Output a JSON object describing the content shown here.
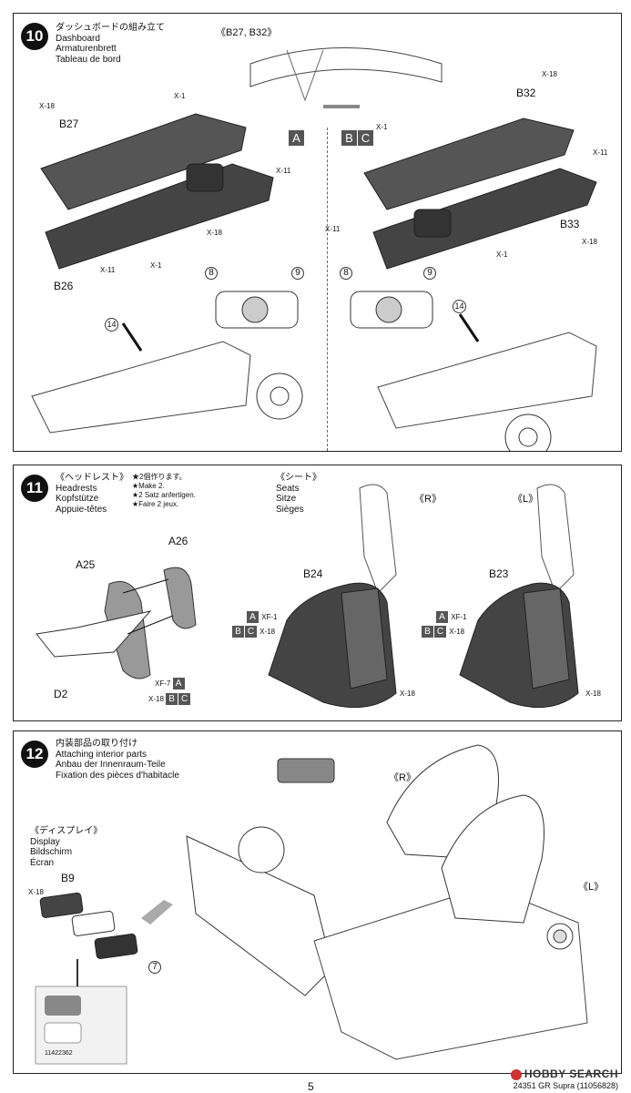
{
  "step10": {
    "number": "10",
    "title_jp": "ダッシュボードの組み立て",
    "title_en": "Dashboard",
    "title_de": "Armaturenbrett",
    "title_fr": "Tableau de bord",
    "parts_note": "《B27, B32》",
    "variant_a": "A",
    "variant_b": "B",
    "variant_c": "C",
    "left": {
      "p1": "B27",
      "p2": "B26",
      "x1": "X-18",
      "x2": "X-1",
      "x3": "X-11",
      "x4": "X-18",
      "x5": "X-11",
      "x6": "X-1"
    },
    "right": {
      "p1": "B32",
      "p2": "B33",
      "x1": "X-18",
      "x2": "X-1",
      "x3": "X-11",
      "x4": "X-11",
      "x5": "X-18",
      "x6": "X-1"
    },
    "decal_8": "8",
    "decal_9": "9",
    "decal_14": "14"
  },
  "step11": {
    "number": "11",
    "head_jp": "《ヘッドレスト》",
    "head_en": "Headrests",
    "head_de": "Kopfstütze",
    "head_fr": "Appuie-têtes",
    "make_jp": "★2個作ります。",
    "make_en": "★Make 2.",
    "make_de": "★2 Satz anfertigen.",
    "make_fr": "★Faire 2 jeux.",
    "seats_jp": "《シート》",
    "seats_en": "Seats",
    "seats_de": "Sitze",
    "seats_fr": "Sièges",
    "a26": "A26",
    "a25": "A25",
    "d2": "D2",
    "xf7": "XF-7",
    "x18": "X-18",
    "r_label": "《R》",
    "l_label": "《L》",
    "b24": "B24",
    "b23": "B23",
    "xf1": "XF-1",
    "x18b": "X-18",
    "x18c": "X-18",
    "box_a": "A",
    "box_b": "B",
    "box_c": "C"
  },
  "step12": {
    "number": "12",
    "title_jp": "内装部品の取り付け",
    "title_en": "Attaching interior parts",
    "title_de": "Anbau der Innenraum-Teile",
    "title_fr": "Fixation des pièces d'habitacle",
    "display_jp": "《ディスプレイ》",
    "display_en": "Display",
    "display_de": "Bildschirm",
    "display_fr": "Écran",
    "b9": "B9",
    "x18": "X-18",
    "decal_7": "7",
    "r_label": "《R》",
    "l_label": "《L》",
    "decal_code": "11422362"
  },
  "footer": {
    "page": "5",
    "code": "24351  GR Supra (11056828)",
    "logo": "HOBBY SEARCH"
  }
}
